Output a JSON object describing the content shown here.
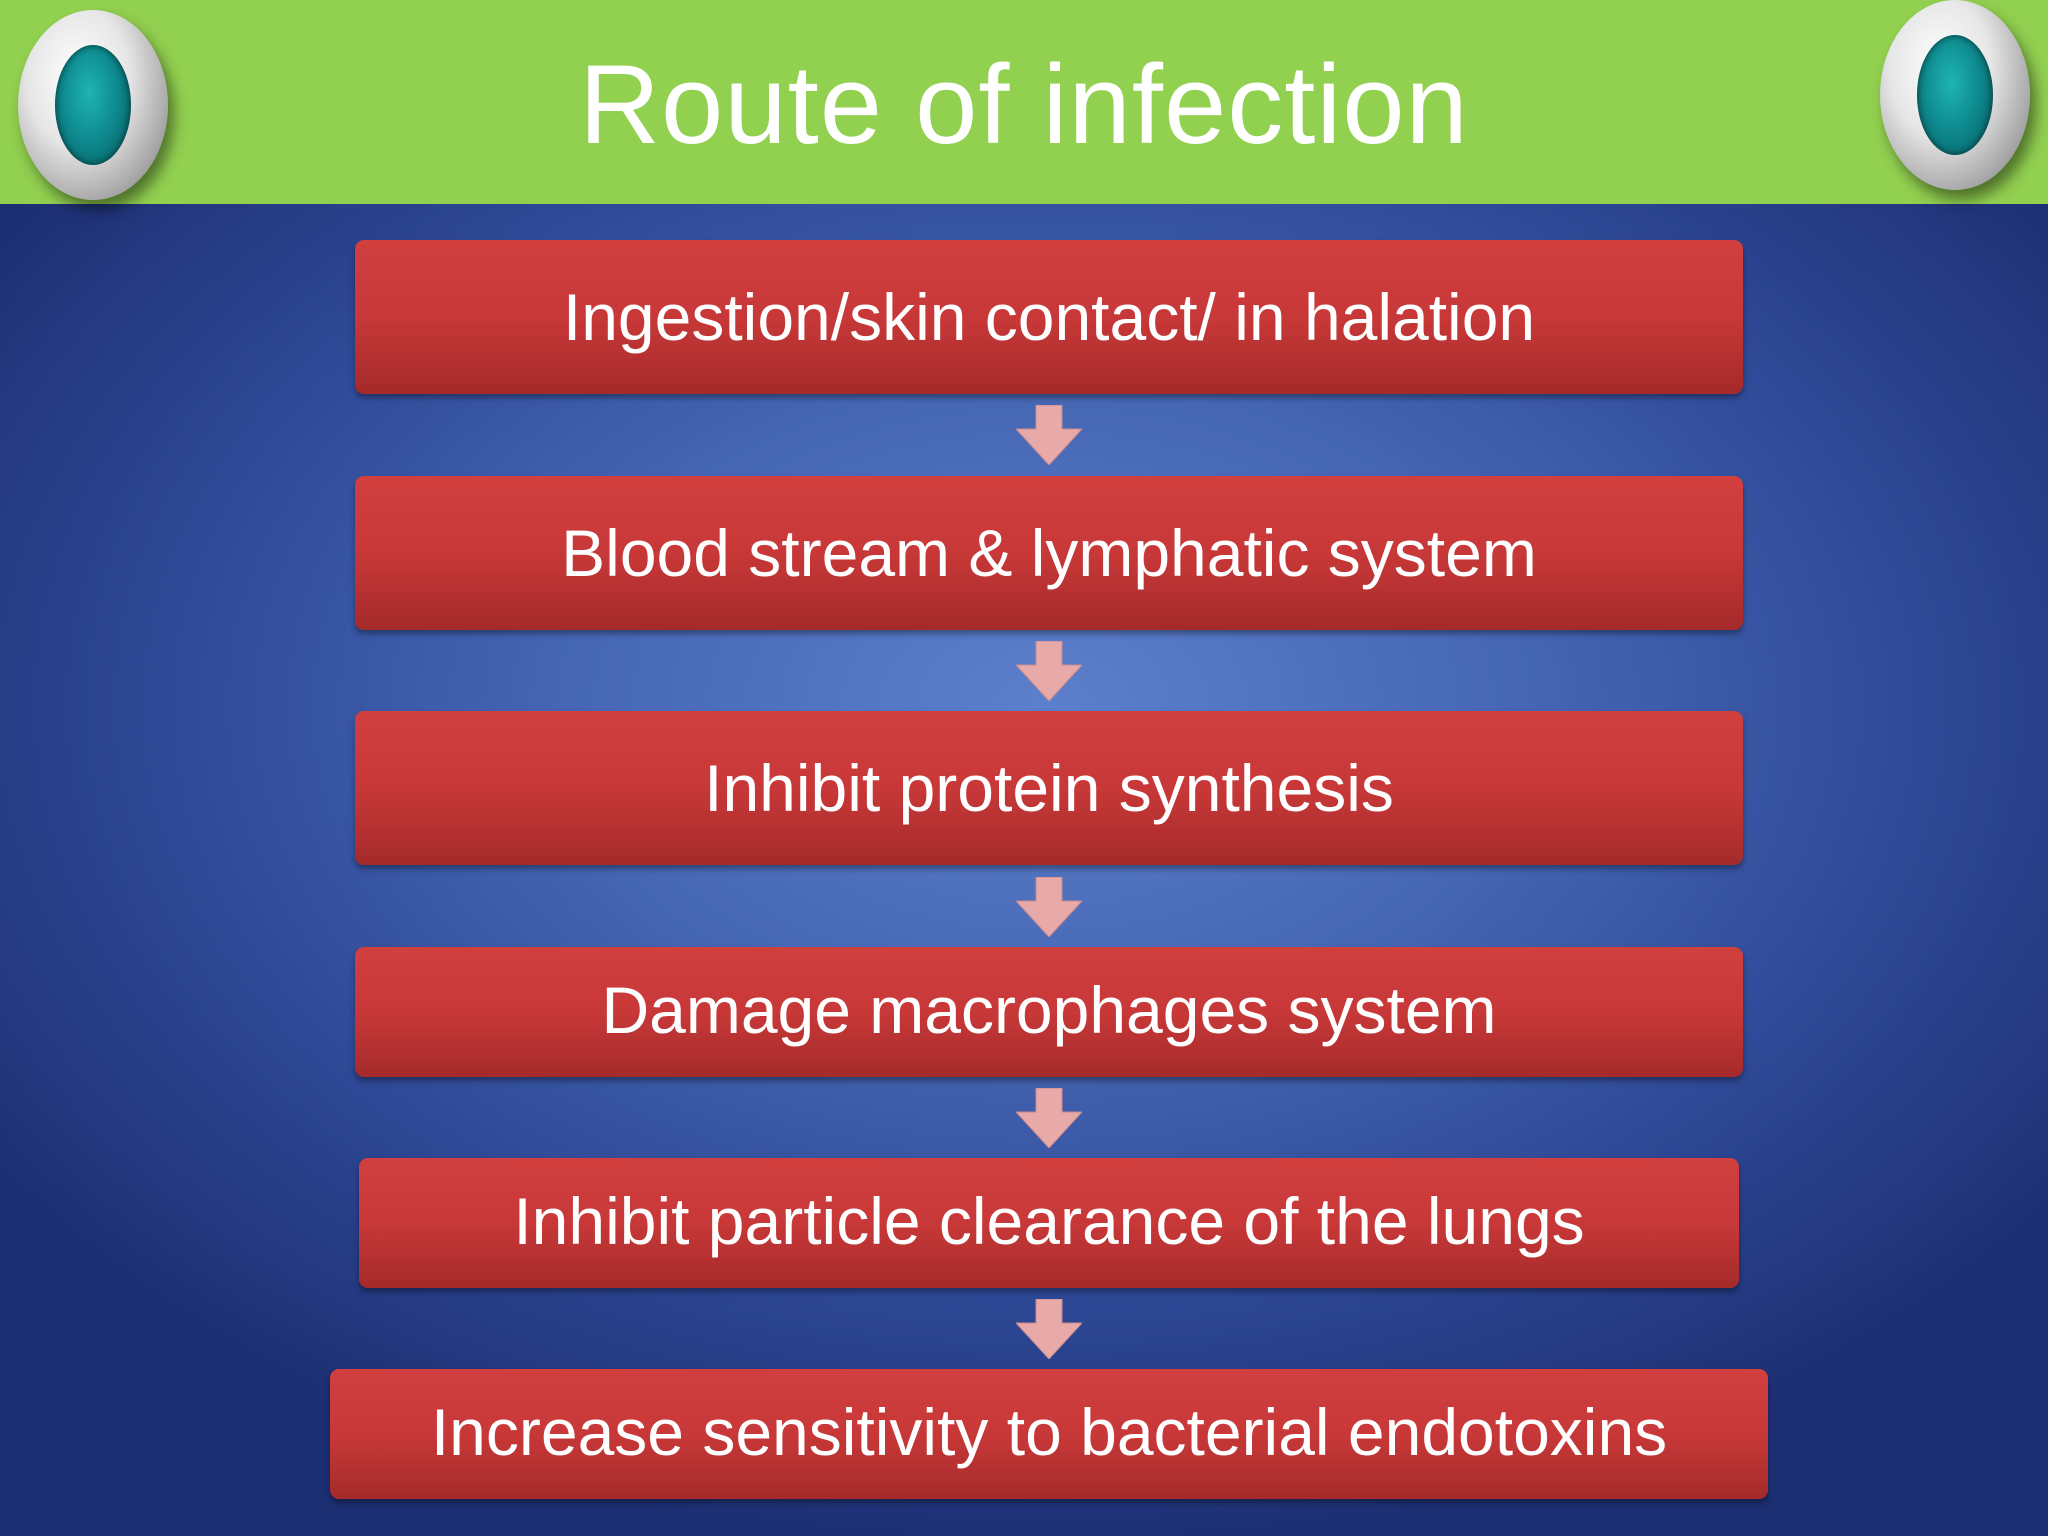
{
  "slide": {
    "title": "Route of infection",
    "colors": {
      "title_bar": "#92d050",
      "background": "#4566b3",
      "step_box": "#c83838",
      "arrow": "#e8a9a9"
    }
  },
  "flow": {
    "steps": [
      "Ingestion/skin contact/ in halation",
      "Blood stream & lymphatic system",
      "Inhibit protein synthesis",
      "Damage macrophages system",
      "Inhibit particle clearance of the lungs",
      "Increase sensitivity to bacterial endotoxins"
    ]
  }
}
